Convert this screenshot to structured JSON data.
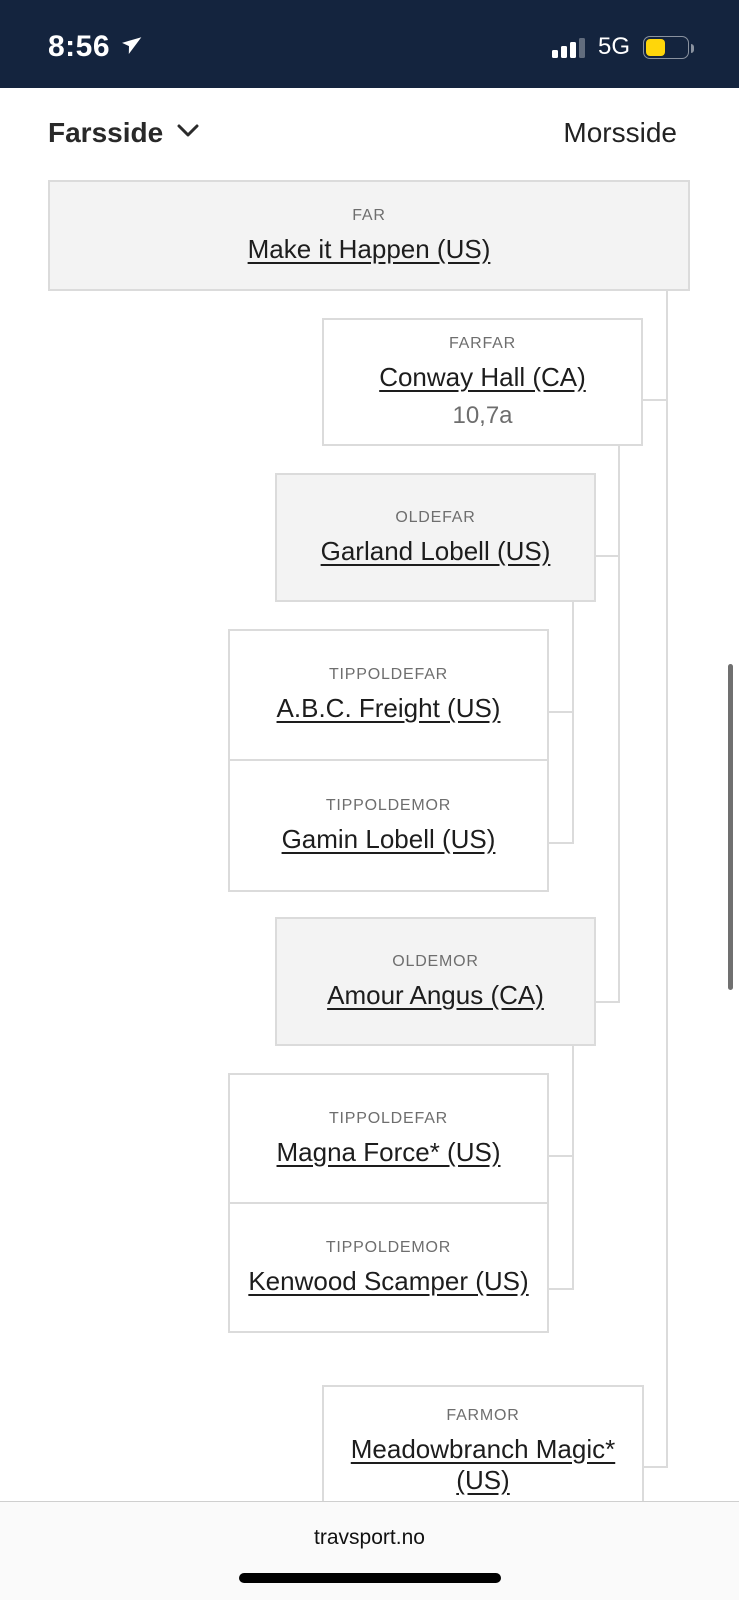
{
  "status_bar": {
    "time": "8:56",
    "network": "5G"
  },
  "header": {
    "left_tab": "Farsside",
    "right_tab": "Morsside"
  },
  "tree": {
    "nodes": [
      {
        "label": "FAR",
        "name": "Make it Happen (US)"
      },
      {
        "label": "FARFAR",
        "name": "Conway Hall (CA)",
        "record": "10,7a"
      },
      {
        "label": "OLDEFAR",
        "name": "Garland Lobell (US)"
      },
      {
        "label": "TIPPOLDEFAR",
        "name": "A.B.C. Freight (US)"
      },
      {
        "label": "TIPPOLDEMOR",
        "name": "Gamin Lobell (US)"
      },
      {
        "label": "OLDEMOR",
        "name": "Amour Angus (CA)"
      },
      {
        "label": "TIPPOLDEFAR",
        "name": "Magna Force* (US)"
      },
      {
        "label": "TIPPOLDEMOR",
        "name": "Kenwood Scamper (US)"
      },
      {
        "label": "FARMOR",
        "name": "Meadowbranch Magic* (US)"
      }
    ]
  },
  "footer": {
    "site": "travsport.no"
  },
  "colors": {
    "status_bar_bg": "#14243E",
    "battery_fill": "#FFD60A",
    "node_gray_bg": "#F3F3F3",
    "node_border": "#DBDBDB",
    "label_text": "#6E6E6E",
    "name_text": "#1D1D1D"
  }
}
